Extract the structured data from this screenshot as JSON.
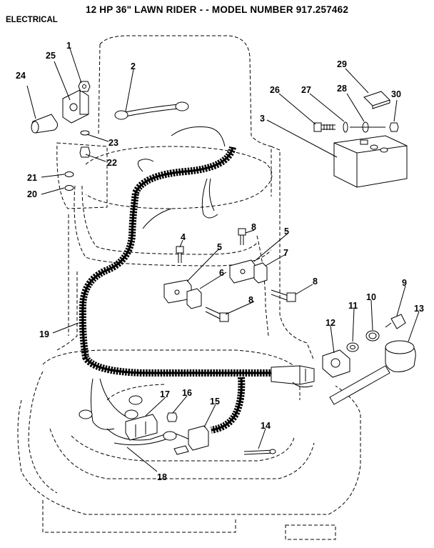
{
  "header": {
    "title": "12 HP 36\" LAWN RIDER - - MODEL NUMBER 917.257462",
    "section": "ELECTRICAL"
  },
  "callouts": [
    {
      "id": "c1",
      "text": "1"
    },
    {
      "id": "c2",
      "text": "2"
    },
    {
      "id": "c3",
      "text": "3"
    },
    {
      "id": "c4",
      "text": "4"
    },
    {
      "id": "c5a",
      "text": "5"
    },
    {
      "id": "c5b",
      "text": "5"
    },
    {
      "id": "c6",
      "text": "6"
    },
    {
      "id": "c7",
      "text": "7"
    },
    {
      "id": "c8a",
      "text": "8"
    },
    {
      "id": "c8b",
      "text": "8"
    },
    {
      "id": "c8c",
      "text": "8"
    },
    {
      "id": "c9",
      "text": "9"
    },
    {
      "id": "c10",
      "text": "10"
    },
    {
      "id": "c11",
      "text": "11"
    },
    {
      "id": "c12",
      "text": "12"
    },
    {
      "id": "c13",
      "text": "13"
    },
    {
      "id": "c14",
      "text": "14"
    },
    {
      "id": "c15",
      "text": "15"
    },
    {
      "id": "c16",
      "text": "16"
    },
    {
      "id": "c17",
      "text": "17"
    },
    {
      "id": "c18",
      "text": "18"
    },
    {
      "id": "c19",
      "text": "19"
    },
    {
      "id": "c20",
      "text": "20"
    },
    {
      "id": "c21",
      "text": "21"
    },
    {
      "id": "c22",
      "text": "22"
    },
    {
      "id": "c23",
      "text": "23"
    },
    {
      "id": "c24",
      "text": "24"
    },
    {
      "id": "c25",
      "text": "25"
    },
    {
      "id": "c26",
      "text": "26"
    },
    {
      "id": "c27",
      "text": "27"
    },
    {
      "id": "c28",
      "text": "28"
    },
    {
      "id": "c29",
      "text": "29"
    },
    {
      "id": "c30",
      "text": "30"
    }
  ]
}
